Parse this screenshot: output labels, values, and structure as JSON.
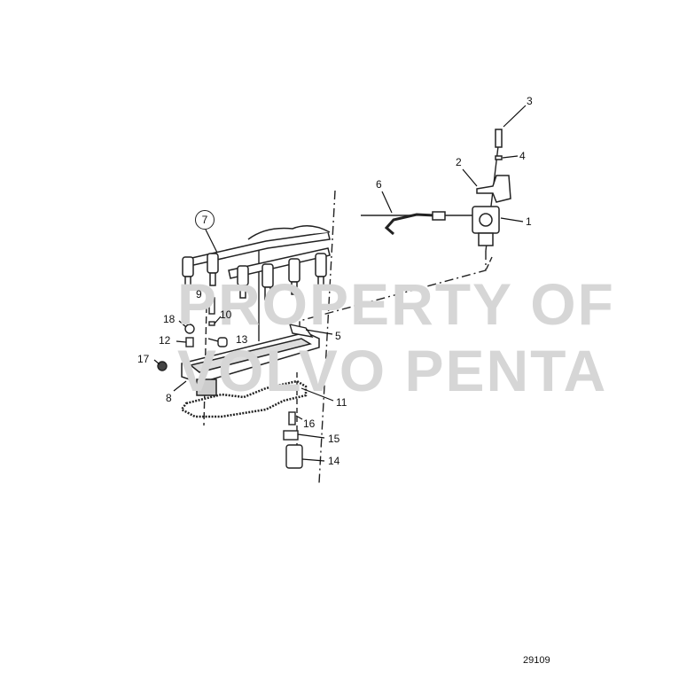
{
  "diagram": {
    "type": "exploded-parts-diagram",
    "watermark": {
      "line1": "PROPERTY OF",
      "line2": "VOLVO PENTA"
    },
    "figure_id": "29109",
    "callouts": [
      {
        "id": "1",
        "part": "high-pressure-fuel-pump"
      },
      {
        "id": "2",
        "part": "pump-bracket"
      },
      {
        "id": "3",
        "part": "bolt"
      },
      {
        "id": "4",
        "part": "washer"
      },
      {
        "id": "5",
        "part": "gasket-plate"
      },
      {
        "id": "6",
        "part": "fuel-pressure-line"
      },
      {
        "id": "7",
        "part": "fuel-rail-with-injectors",
        "circled": true
      },
      {
        "id": "8",
        "part": "manifold-plate"
      },
      {
        "id": "9",
        "part": "bolt"
      },
      {
        "id": "10",
        "part": "washer"
      },
      {
        "id": "11",
        "part": "gasket"
      },
      {
        "id": "12",
        "part": "sleeve"
      },
      {
        "id": "13",
        "part": "sensor"
      },
      {
        "id": "14",
        "part": "solenoid-valve"
      },
      {
        "id": "15",
        "part": "clamp"
      },
      {
        "id": "16",
        "part": "bolt"
      },
      {
        "id": "17",
        "part": "sensor"
      },
      {
        "id": "18",
        "part": "plug"
      }
    ]
  }
}
